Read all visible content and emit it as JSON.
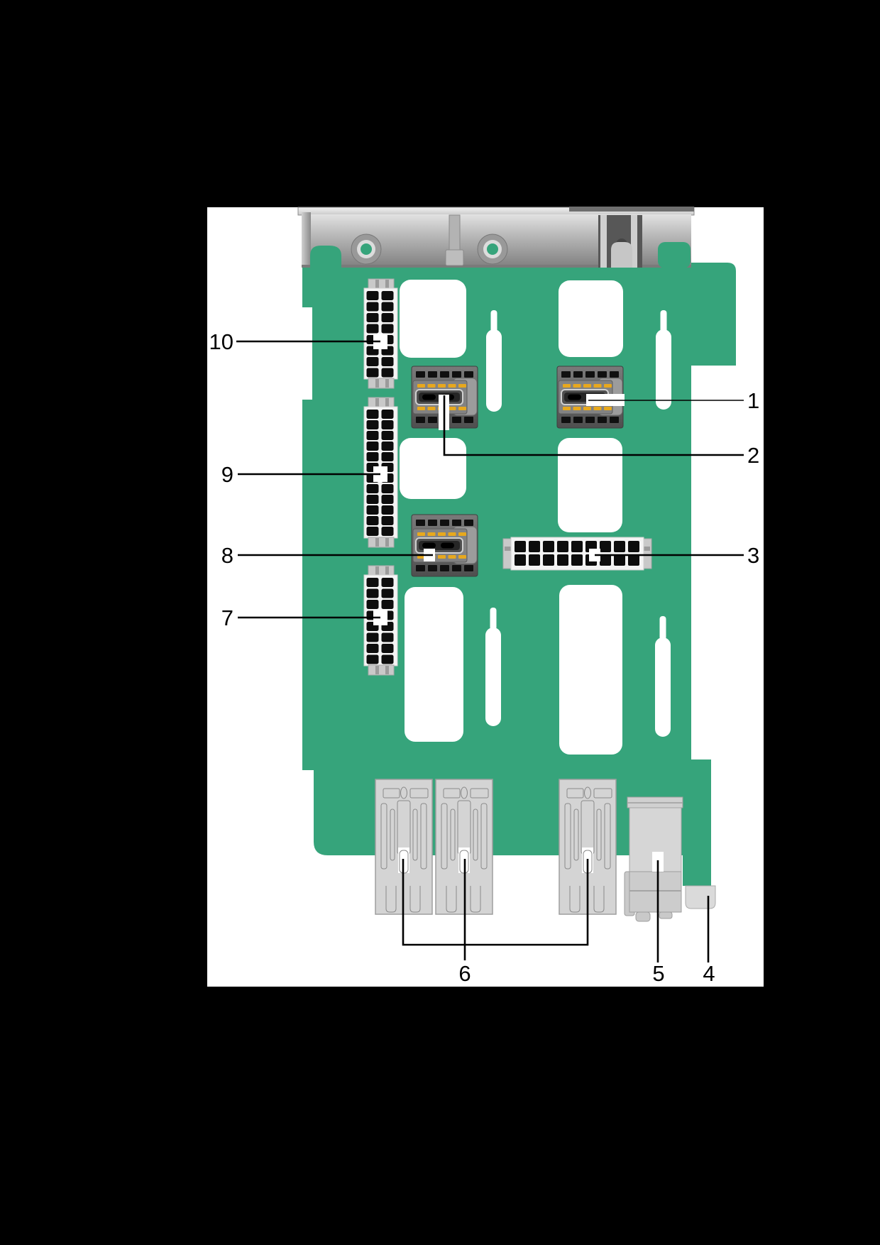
{
  "callouts": {
    "c1": "1",
    "c2": "2",
    "c3": "3",
    "c4": "4",
    "c5": "5",
    "c6": "6",
    "c7": "7",
    "c8": "8",
    "c9": "9",
    "c10": "10"
  },
  "colors": {
    "background": "#000000",
    "panel": "#ffffff",
    "board_green": "#36a47b",
    "metal_gray": "#b5b5b5",
    "connector_light": "#d4d4d4",
    "sas_gray": "#5a5a5a",
    "pin_gold": "#e7a81e",
    "leader_line": "#000000"
  }
}
